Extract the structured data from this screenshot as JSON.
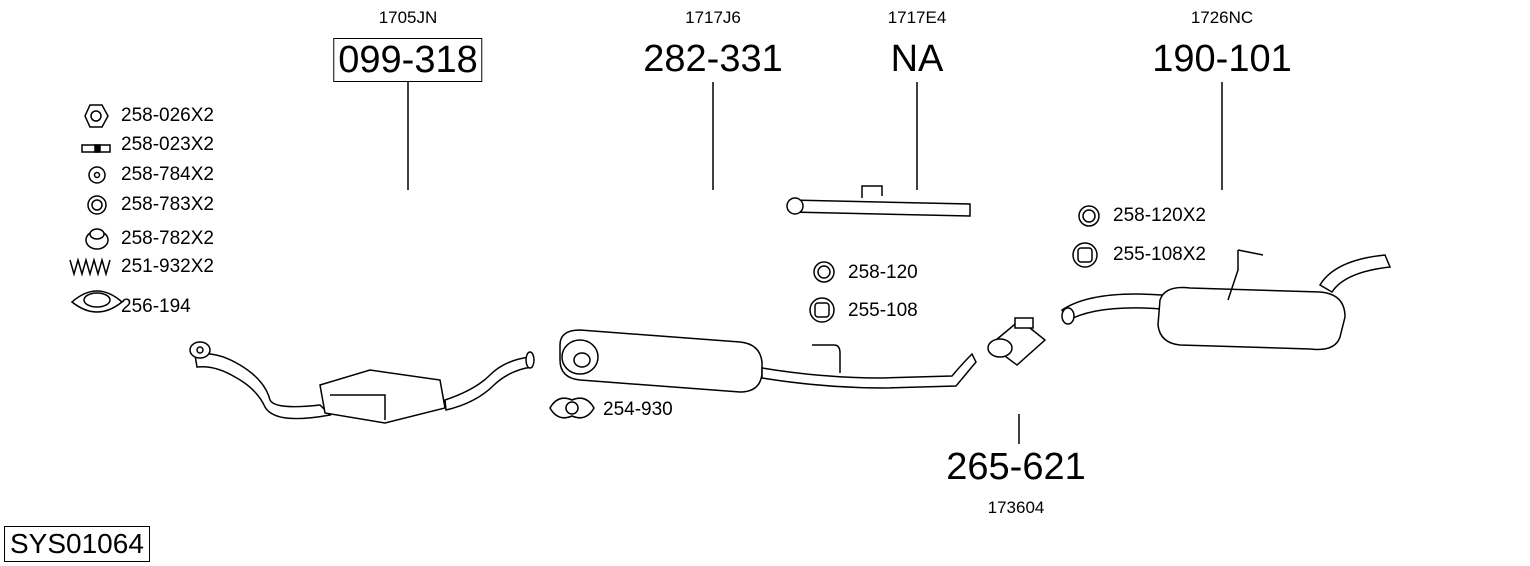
{
  "system_code": "SYS01064",
  "sections": [
    {
      "oe": "1705JN",
      "part": "099-318"
    },
    {
      "oe": "1717J6",
      "part": "282-331"
    },
    {
      "oe": "1717E4",
      "part": "NA"
    },
    {
      "oe": "1726NC",
      "part": "190-101"
    },
    {
      "oe": "173604",
      "part": "265-621"
    }
  ],
  "accessories_left": [
    "258-026X2",
    "258-023X2",
    "258-784X2",
    "258-783X2",
    "258-782X2",
    "251-932X2",
    "256-194"
  ],
  "accessories_mid": [
    "258-120",
    "255-108",
    "254-930"
  ],
  "accessories_right": [
    "258-120X2",
    "255-108X2"
  ]
}
